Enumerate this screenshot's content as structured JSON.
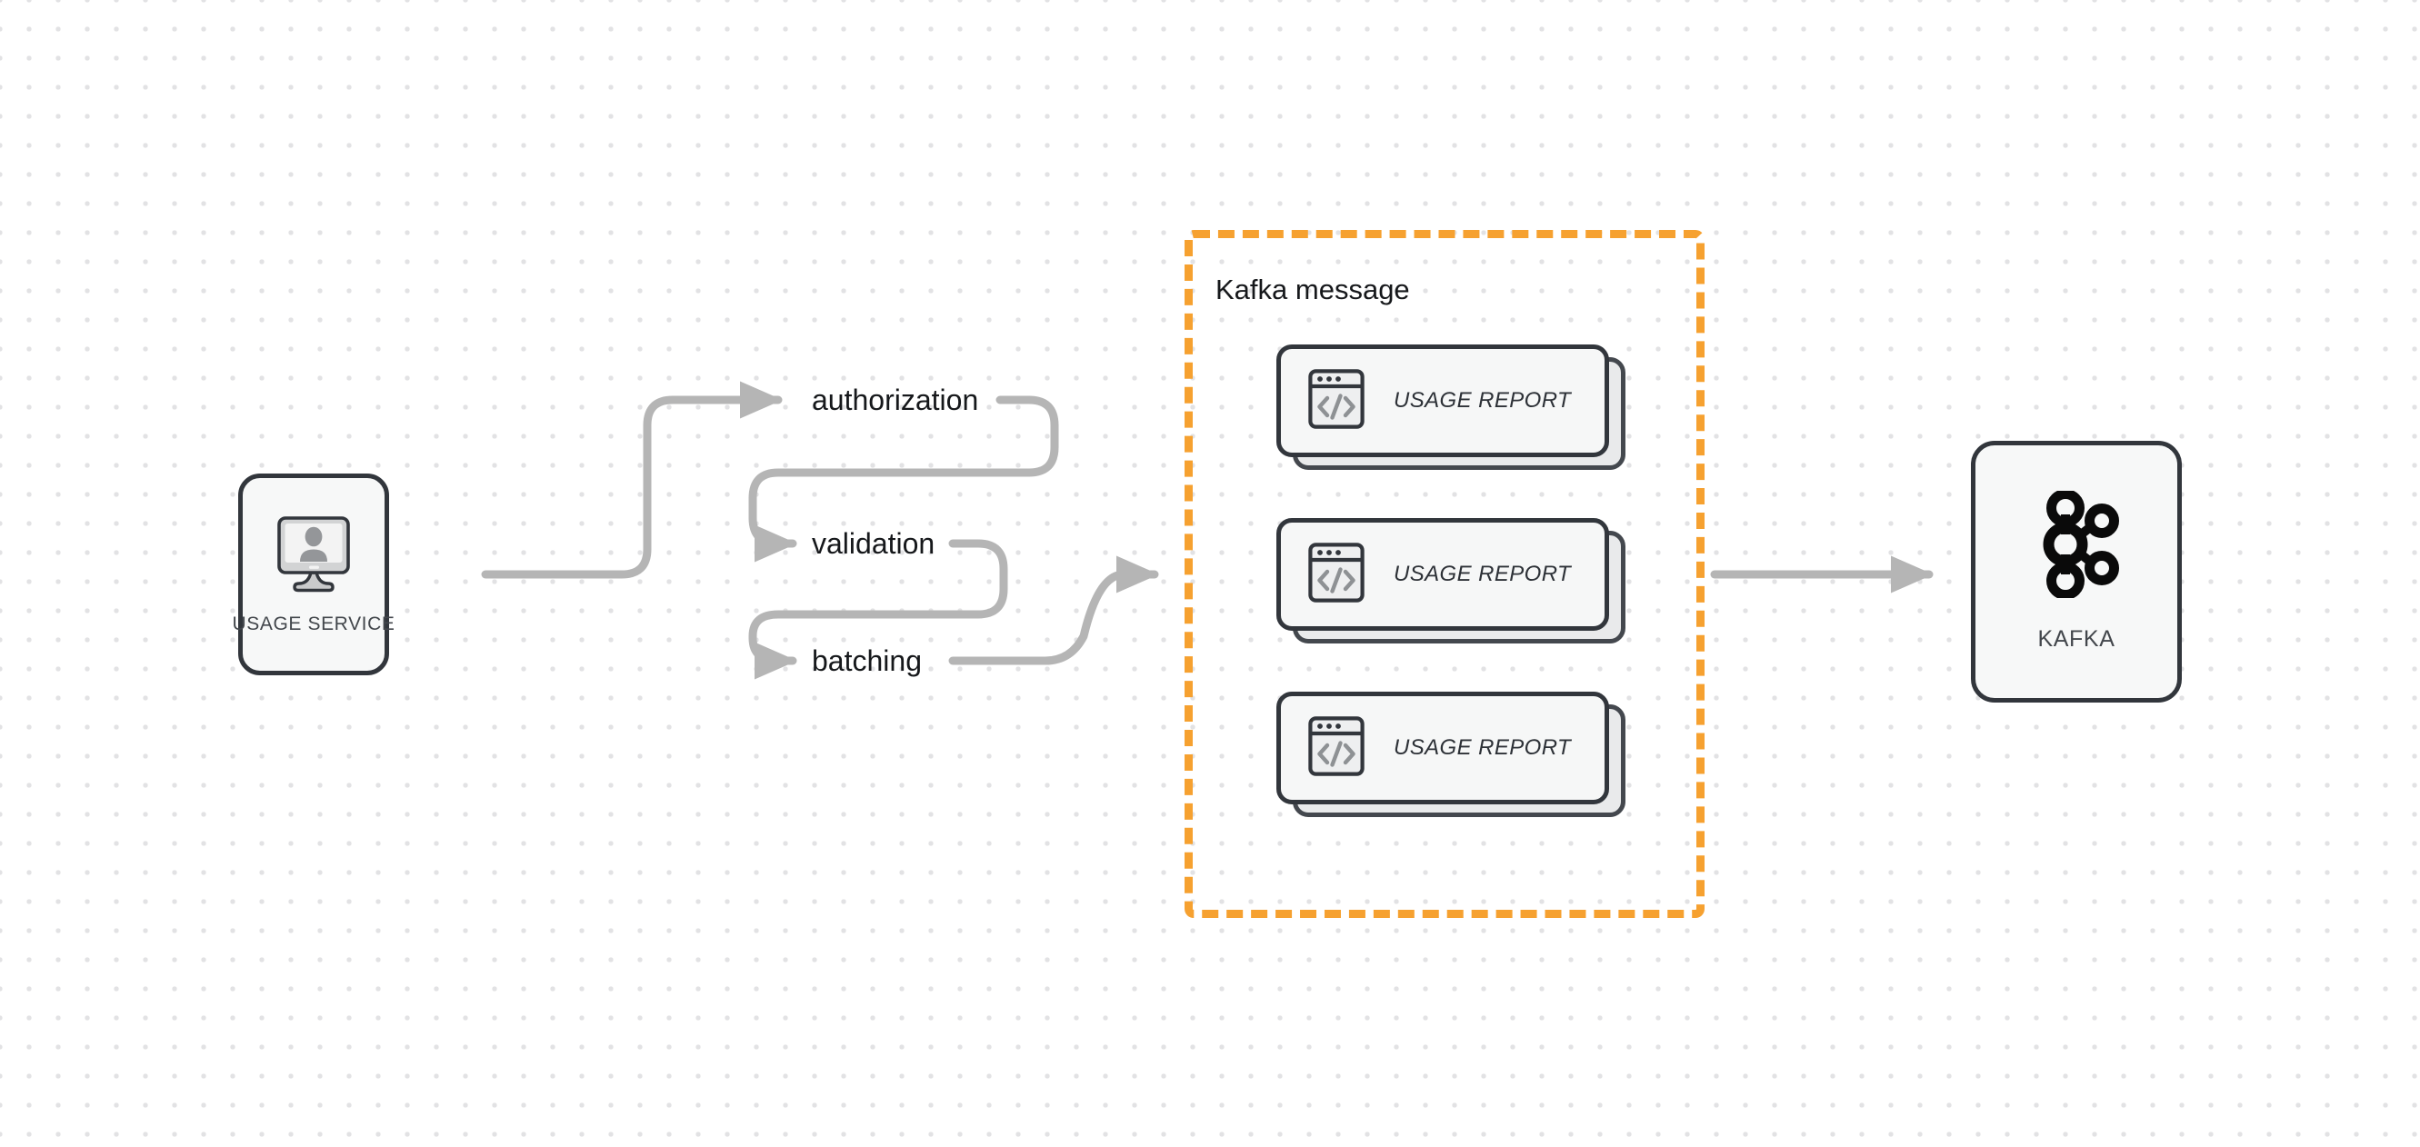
{
  "diagram": {
    "title": "Usage service to Kafka pipeline",
    "background": {
      "color": "#ffffff",
      "dot_color": "#e2e2e4",
      "dot_spacing": 32
    },
    "colors": {
      "node_border": "#32363c",
      "node_fill": "#f7f8f8",
      "group_dashed_border": "#f6a130",
      "connector": "#b5b5b5",
      "label_text": "#16181b",
      "node_label_text": "#43474c"
    }
  },
  "nodes": {
    "usage_service": {
      "label": "USAGE SERVICE",
      "icon": "monitor-user-icon"
    },
    "kafka": {
      "label": "KAFKA",
      "icon": "kafka-logo-icon"
    }
  },
  "steps": [
    {
      "label": "authorization"
    },
    {
      "label": "validation"
    },
    {
      "label": "batching"
    }
  ],
  "group": {
    "title": "Kafka message",
    "cards": [
      {
        "label": "USAGE REPORT",
        "icon": "code-window-icon"
      },
      {
        "label": "USAGE REPORT",
        "icon": "code-window-icon"
      },
      {
        "label": "USAGE REPORT",
        "icon": "code-window-icon"
      }
    ]
  },
  "connectors": [
    {
      "from": "usage-service",
      "to": "authorization"
    },
    {
      "from": "authorization",
      "to": "validation"
    },
    {
      "from": "validation",
      "to": "batching"
    },
    {
      "from": "batching",
      "to": "kafka-message-group"
    },
    {
      "from": "kafka-message-group",
      "to": "kafka"
    }
  ]
}
